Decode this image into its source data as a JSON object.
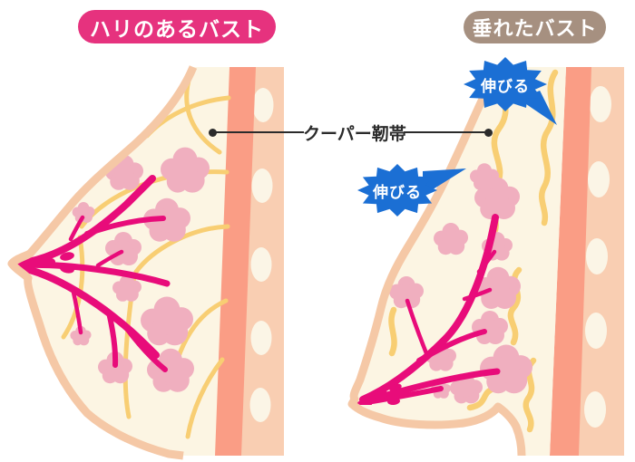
{
  "labels": {
    "firm_bust": "ハリのあるバスト",
    "sagging_bust": "垂れたバスト",
    "cooper_ligament": "クーパー靭帯",
    "stretch_upper": "伸びる",
    "stretch_lower": "伸びる"
  },
  "colors": {
    "pill-pink": "#e6327e",
    "pill-brown": "#a69080",
    "callout-blue": "#1b6fd4",
    "text-on-badge": "#ffffff",
    "line-ink": "#2b2b2b",
    "skin": "#f5c8a6",
    "cream": "#fcf5e3",
    "muscle-salmon": "#fa9d85",
    "ribcage-peach": "#f9ceb2",
    "rib-oval": "#fbf5e6",
    "ligament-yellow": "#f8ce73",
    "gland-pink": "#f0afbf",
    "duct-magenta": "#e80c7a",
    "background": "#ffffff"
  }
}
